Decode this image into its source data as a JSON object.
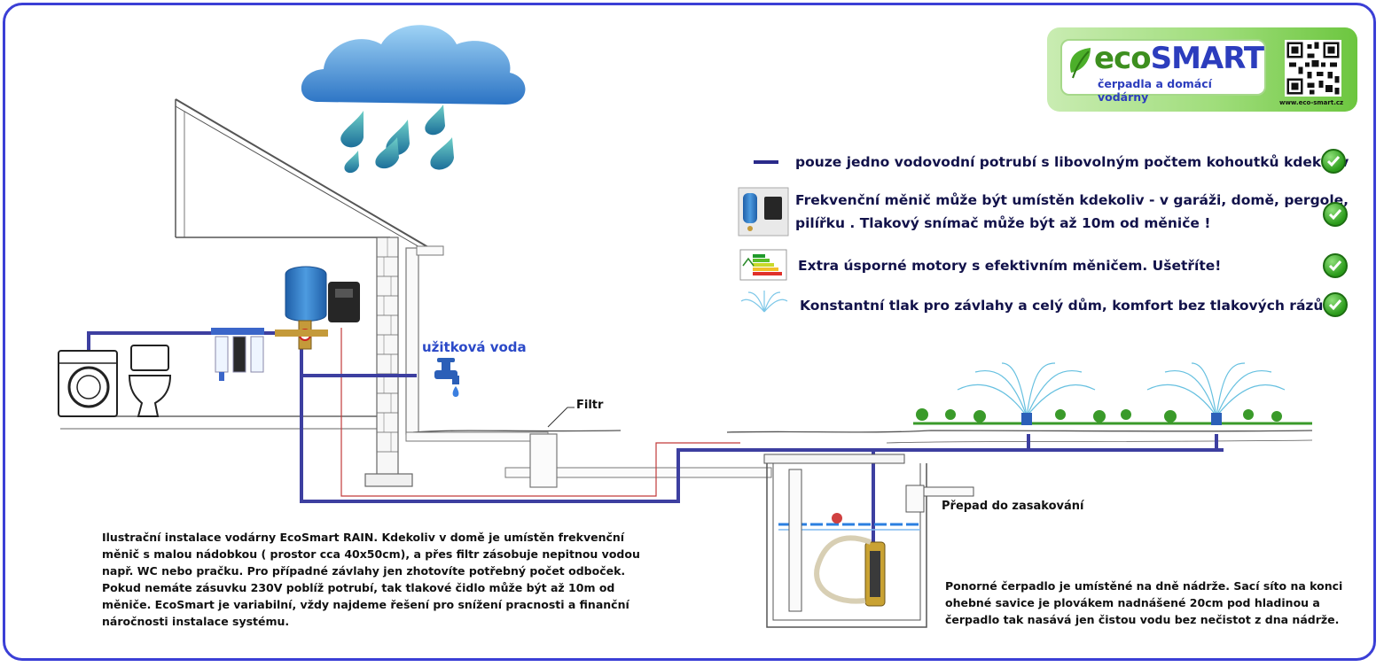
{
  "logo": {
    "brand_eco": "eco",
    "brand_smart": "SMART",
    "tagline": "čerpadla a domácí vodárny",
    "url": "www.eco-smart.cz"
  },
  "features": [
    {
      "icon": "blue-pipe-line-icon",
      "text": "pouze jedno vodovodní potrubí s libovolným počtem kohoutků kdekoliv"
    },
    {
      "icon": "pressure-tank-inverter-icon",
      "line1": "Frekvenční měnič může být umístěn kdekoliv - v garáži, domě, pergole,",
      "line2": "pilířku   . Tlakový snímač může být až 10m od měniče !"
    },
    {
      "icon": "energy-label-icon",
      "text": "Extra úsporné motory s efektivním měničem. Ušetříte!"
    },
    {
      "icon": "sprinkler-spray-icon",
      "text": "Konstantní tlak pro závlahy a celý dům, komfort bez tlakových rázů!"
    }
  ],
  "labels": {
    "utility_water": "užitková voda",
    "filter": "Filtr",
    "overflow": "Přepad do zasakování"
  },
  "description_left": [
    "Ilustrační instalace vodárny EcoSmart RAIN. Kdekoliv v domě je umístěn frekvenční",
    "měnič s malou nádobkou ( prostor cca 40x50cm), a přes filtr zásobuje nepitnou vodou",
    "např. WC nebo pračku. Pro případné závlahy jen zhotovíte potřebný počet odboček.",
    "Pokud nemáte zásuvku 230V poblíž potrubí, tak tlakové čidlo může být až 10m od",
    "měniče. EcoSmart je variabilní, vždy najdeme řešení pro snížení  pracnosti a finanční",
    "náročnosti instalace systému."
  ],
  "description_right": [
    "Ponorné čerpadlo je umístěné na dně nádrže. Sací síto na konci",
    "ohebné savice je plovákem nadnášené 20cm pod hladinou a",
    "čerpadlo tak nasává jen čistou vodu bez nečistot z dna nádrže."
  ],
  "colors": {
    "frame": "#3b3fd6",
    "pipe": "#3d3fa0",
    "water": "#2b7fe0",
    "tank_blue": "#2f7fd0",
    "check_green": "#2a9a1a"
  }
}
